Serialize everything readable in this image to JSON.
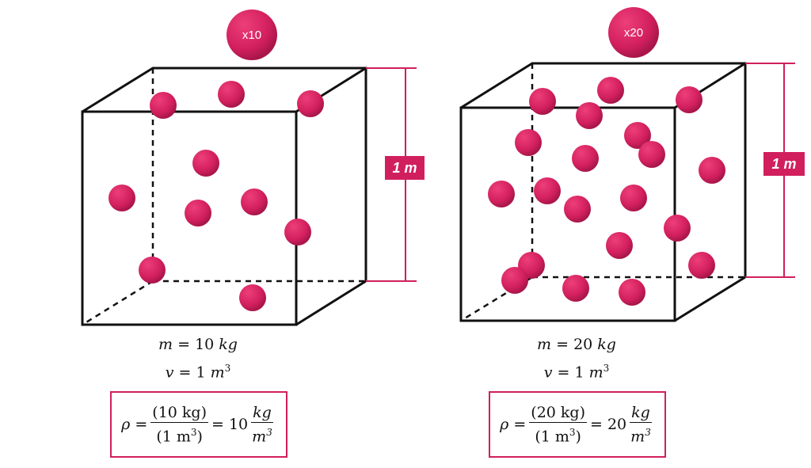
{
  "colors": {
    "accent": "#d11f5d",
    "line": "#111111"
  },
  "scenes": [
    {
      "count_badge": "x10",
      "side_label": "1 m",
      "mass_label": "m",
      "mass_value": "10",
      "mass_unit": "kg",
      "volume_label": "v",
      "volume_value": "1",
      "volume_unit": "m",
      "volume_exp": "3",
      "formula": {
        "rho": "ρ",
        "eq": "=",
        "num": "(10 kg)",
        "den_pre": "(1 m",
        "den_exp": "3",
        "den_post": ")",
        "eq2": "=",
        "result": "10",
        "unit_num": "kg",
        "unit_den": "m",
        "unit_den_exp": "3"
      }
    },
    {
      "count_badge": "x20",
      "side_label": "1 m",
      "mass_label": "m",
      "mass_value": "20",
      "mass_unit": "kg",
      "volume_label": "v",
      "volume_value": "1",
      "volume_unit": "m",
      "volume_exp": "3",
      "formula": {
        "rho": "ρ",
        "eq": "=",
        "num": "(20 kg)",
        "den_pre": "(1 m",
        "den_exp": "3",
        "den_post": ")",
        "eq2": "=",
        "result": "20",
        "unit_num": "kg",
        "unit_den": "m",
        "unit_den_exp": "3"
      }
    }
  ]
}
